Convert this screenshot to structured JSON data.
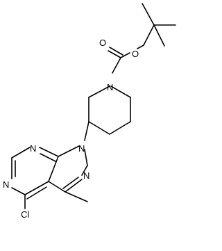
{
  "molecule": {
    "atoms": {
      "carbonyl_o": "O",
      "ester_o": "O",
      "piperidine_n": "N",
      "pyrazole_n1": "N",
      "pyrazole_n2": "N",
      "pyrimidine_n7": "N",
      "pyrimidine_n5": "N",
      "chlorine": "Cl"
    }
  }
}
